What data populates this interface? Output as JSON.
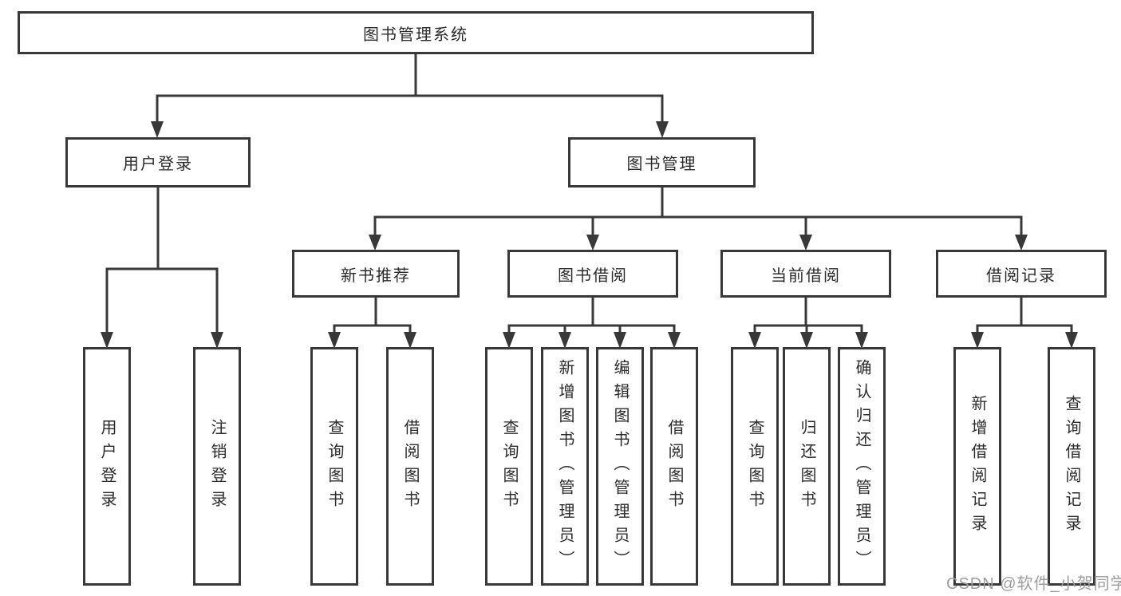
{
  "colors": {
    "line": "#383838",
    "box_border": "#383838",
    "box_fill": "#ffffff",
    "text": "#2b2b2b",
    "watermark": "#9d9d9d",
    "background": "#ffffff"
  },
  "watermark": {
    "text": "CSDN @软件_小贺同学"
  },
  "tree": {
    "root": {
      "label": "图书管理系统"
    },
    "branches": [
      {
        "label": "用户登录",
        "children": [
          {
            "label": "用户登录"
          },
          {
            "label": "注销登录"
          }
        ]
      },
      {
        "label": "图书管理",
        "children": [
          {
            "label": "新书推荐",
            "children": [
              {
                "label": "查询图书"
              },
              {
                "label": "借阅图书"
              }
            ]
          },
          {
            "label": "图书借阅",
            "children": [
              {
                "label": "查询图书"
              },
              {
                "label": "新增图书（管理员）"
              },
              {
                "label": "编辑图书（管理员）"
              },
              {
                "label": "借阅图书"
              }
            ]
          },
          {
            "label": "当前借阅",
            "children": [
              {
                "label": "查询图书"
              },
              {
                "label": "归还图书"
              },
              {
                "label": "确认归还（管理员）"
              }
            ]
          },
          {
            "label": "借阅记录",
            "children": [
              {
                "label": "新增借阅记录"
              },
              {
                "label": "查询借阅记录"
              }
            ]
          }
        ]
      }
    ]
  }
}
